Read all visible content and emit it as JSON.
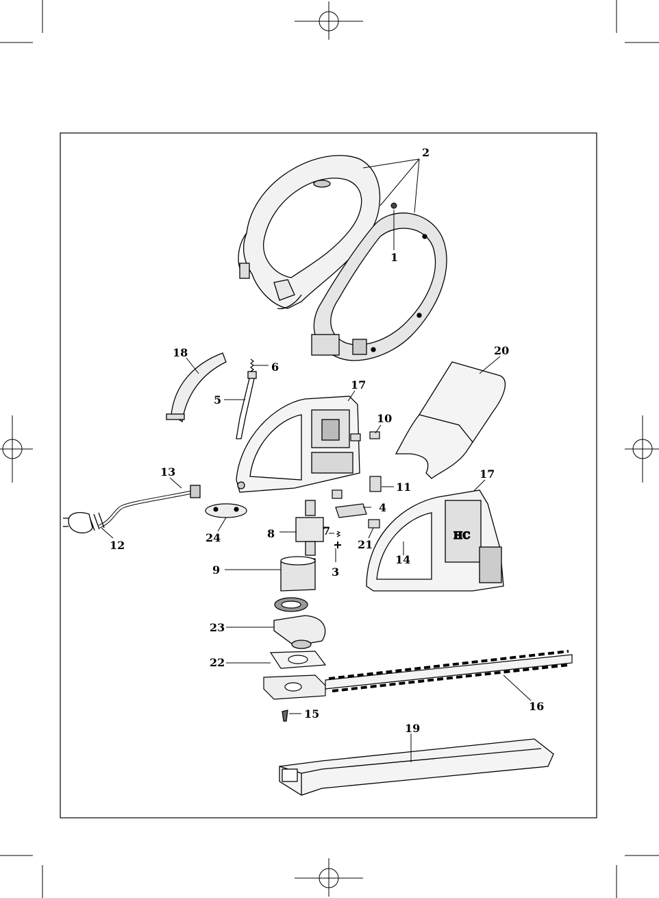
{
  "diagram": {
    "callouts": [
      {
        "id": "1",
        "label": "1"
      },
      {
        "id": "2",
        "label": "2"
      },
      {
        "id": "3",
        "label": "3"
      },
      {
        "id": "4",
        "label": "4"
      },
      {
        "id": "5",
        "label": "5"
      },
      {
        "id": "6",
        "label": "6"
      },
      {
        "id": "7",
        "label": "7"
      },
      {
        "id": "8",
        "label": "8"
      },
      {
        "id": "9",
        "label": "9"
      },
      {
        "id": "10",
        "label": "10"
      },
      {
        "id": "11",
        "label": "11"
      },
      {
        "id": "12",
        "label": "12"
      },
      {
        "id": "13",
        "label": "13"
      },
      {
        "id": "14",
        "label": "14"
      },
      {
        "id": "15",
        "label": "15"
      },
      {
        "id": "16",
        "label": "16"
      },
      {
        "id": "17a",
        "label": "17"
      },
      {
        "id": "17b",
        "label": "17"
      },
      {
        "id": "18",
        "label": "18"
      },
      {
        "id": "19",
        "label": "19"
      },
      {
        "id": "20",
        "label": "20"
      },
      {
        "id": "21",
        "label": "21"
      },
      {
        "id": "22",
        "label": "22"
      },
      {
        "id": "23",
        "label": "23"
      },
      {
        "id": "24",
        "label": "24"
      }
    ],
    "housing_logo": "HC"
  }
}
